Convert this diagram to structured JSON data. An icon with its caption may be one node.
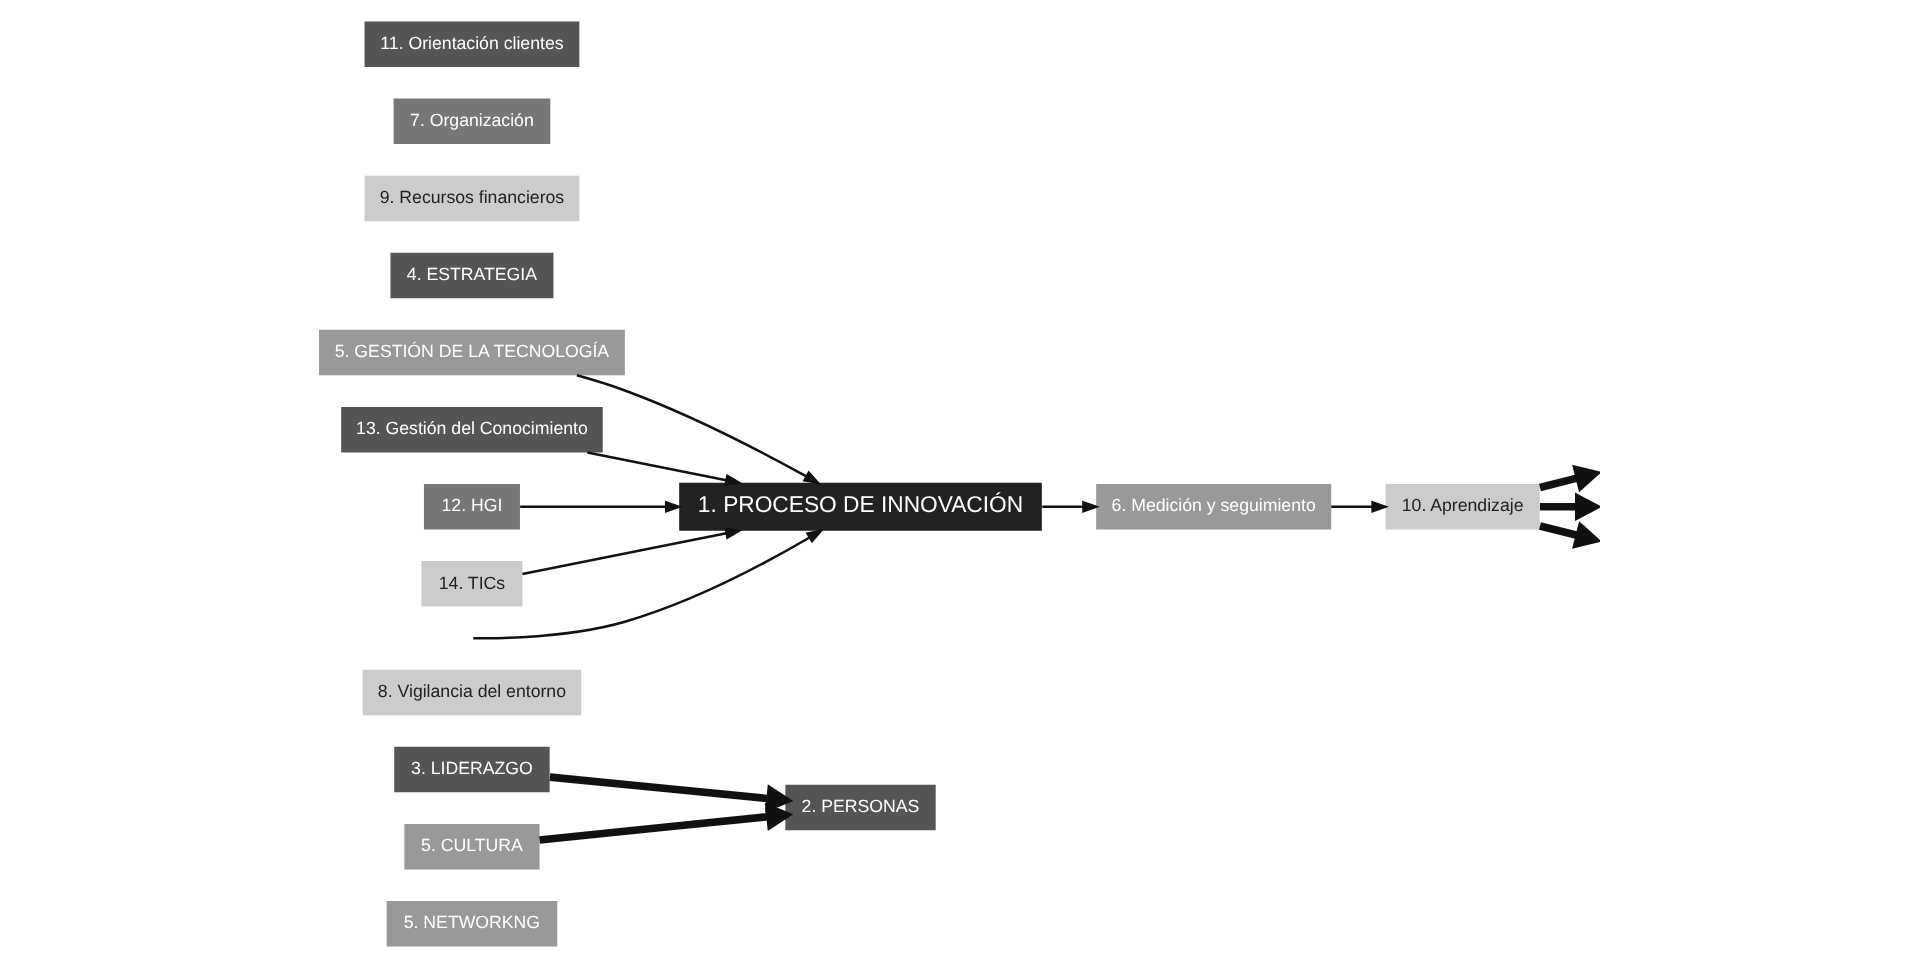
{
  "diagram": {
    "nodes": [
      {
        "text": [
          "5. NETWORKNG"
        ]
      },
      {
        "text": [
          "3. LIDERAZGO"
        ]
      },
      {
        "text": [
          "5. CULTURA"
        ]
      },
      {
        "text": [
          "8. Vigilancia del entorno"
        ]
      },
      {
        "text": [
          "2. PERSONAS"
        ]
      },
      {
        "text": [
          "5. GESTIÓN DE LA TECNOLOGÍA"
        ]
      },
      {
        "text": [
          "13. Gestión del Conocimiento"
        ]
      },
      {
        "text": [
          "4. ESTRATEGIA"
        ]
      },
      {
        "text": [
          "9. Recursos financieros"
        ]
      },
      {
        "text": [
          "1. PROCESO DE INNOVACIÓN"
        ]
      },
      {
        "text": [
          "6. Medición y seguimiento"
        ]
      },
      {
        "text": [
          "7. Organización"
        ]
      },
      {
        "text": [
          "12. HGI"
        ]
      },
      {
        "text": [
          "14. TICs"
        ]
      },
      {
        "text": [
          "11. Orientación clientes"
        ]
      },
      {
        "text": [
          "10. Aprendizaje"
        ]
      }
    ],
    "edges": [
      {
        "from": 1,
        "to": 4,
        "arrow": "to",
        "style": "thick"
      },
      {
        "from": 2,
        "to": 4,
        "arrow": "to",
        "style": "thick"
      },
      {
        "from": null,
        "to": 9,
        "arrow": "to"
      },
      {
        "from": 5,
        "to": 9,
        "arrow": "to"
      },
      {
        "from": 6,
        "to": 9,
        "arrow": "to"
      },
      {
        "from": 12,
        "to": 9,
        "arrow": "to"
      },
      {
        "from": 13,
        "to": 9,
        "arrow": "to"
      },
      {
        "from": 9,
        "to": 10,
        "arrow": "to"
      },
      {
        "from": 10,
        "to": 15,
        "arrow": "to"
      },
      {
        "from": 15,
        "to": null,
        "arrow": "to",
        "style": "thick"
      },
      {
        "from": 15,
        "to": null,
        "arrow": "to",
        "style": "thick"
      },
      {
        "from": 15,
        "to": null,
        "arrow": "to",
        "style": "thick"
      }
    ]
  }
}
